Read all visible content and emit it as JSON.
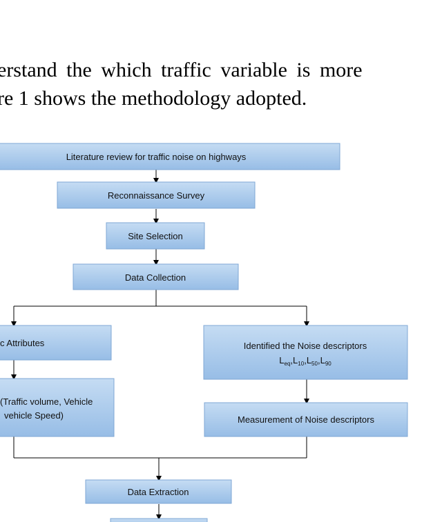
{
  "paragraph": {
    "line1": "erstand the which traffic variable is more",
    "line2": "re 1 shows the methodology adopted."
  },
  "flowchart": {
    "literature_review": "Literature review for traffic noise on highways",
    "reconnaissance": "Reconnaissance Survey",
    "site_selection": "Site Selection",
    "data_collection": "Data Collection",
    "traffic_attributes": "c Attributes",
    "traffic_params_line1": "(Traffic volume, Vehicle",
    "traffic_params_line2": "vehicle Speed)",
    "noise_descriptors_title": "Identified the Noise descriptors",
    "noise_descriptors_symbols": {
      "eq": "eq",
      "l10": "10",
      "l50": "50",
      "l90": "90",
      "L": "L",
      "sep": ","
    },
    "measurement": "Measurement of Noise descriptors",
    "data_extraction": "Data Extraction"
  }
}
